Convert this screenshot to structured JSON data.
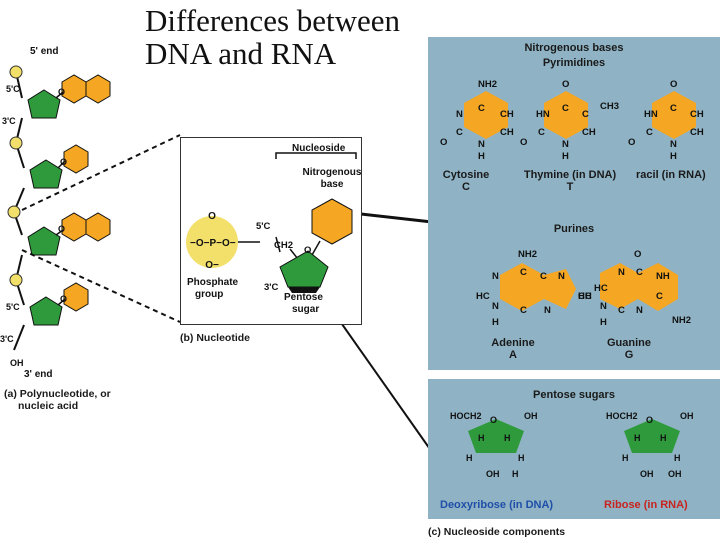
{
  "title_lines": [
    "Differences between",
    "DNA and RNA"
  ],
  "strand": {
    "five_end": "5' end",
    "three_end": "3' end",
    "labels": [
      "5'C",
      "3'C",
      "5'C",
      "3'C"
    ],
    "oh": "OH",
    "o": "O",
    "caption_line1": "(a) Polynucleotide, or",
    "caption_line2": "nucleic acid"
  },
  "nucleotide": {
    "nucleoside_label": "Nucleoside",
    "base_label_line1": "Nitrogenous",
    "base_label_line2": "base",
    "phosphate_line1": "Phosphate",
    "phosphate_line2": "group",
    "pentose_line1": "Pentose",
    "pentose_line2": "sugar",
    "five_c": "5'C",
    "three_c": "3'C",
    "ch2": "CH2",
    "o": "O",
    "caption": "(b) Nucleotide"
  },
  "bases_panel": {
    "heading": "Nitrogenous bases",
    "pyrimidines": "Pyrimidines",
    "purines": "Purines",
    "cytosine": "Cytosine",
    "cytosine_abbr": "C",
    "thymine": "Thymine (in DNA)",
    "thymine_abbr": "T",
    "uracil": "racil (in RNA)",
    "adenine": "Adenine",
    "adenine_abbr": "A",
    "guanine": "Guanine",
    "guanine_abbr": "G"
  },
  "sugars_panel": {
    "heading": "Pentose sugars",
    "deoxyribose": "Deoxyribose (in DNA)",
    "ribose": "Ribose (in RNA)",
    "caption": "(c) Nucleoside components"
  },
  "colors": {
    "panel": "#8fb3c4",
    "base": "#f5a623",
    "sugar": "#2e9a3c",
    "phosphate": "#f2e06a",
    "dna_blue": "#1f4fa8",
    "rna_red": "#c8231f"
  }
}
